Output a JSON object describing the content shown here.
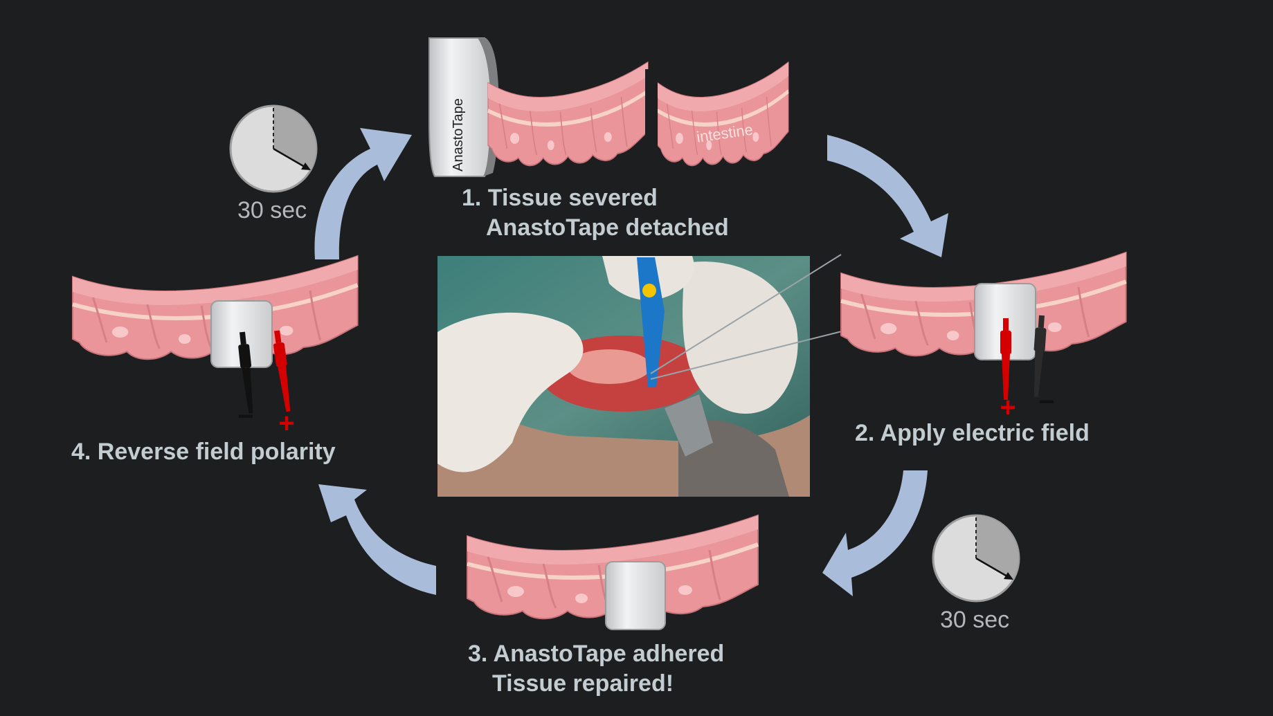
{
  "steps": [
    {
      "line1": "1. Tissue severed",
      "line2": "AnastoTape detached"
    },
    {
      "line1": "2. Apply electric field",
      "line2": ""
    },
    {
      "line1": "3. AnastoTape adhered",
      "line2": "Tissue repaired!"
    },
    {
      "line1": "4. Reverse field polarity",
      "line2": ""
    }
  ],
  "tape_label": "AnastoTape",
  "intestine_label": "intestine",
  "timers": [
    {
      "label": "30 sec"
    },
    {
      "label": "30 sec"
    }
  ],
  "electrodes": {
    "positive": "+",
    "negative": "−"
  },
  "colors": {
    "background": "#1d1e1f",
    "arrow": "#a9bcd9",
    "tissue": "#e9959a",
    "tissue_light": "#f3b3b5",
    "tape": "#e4e6e8",
    "positive_probe": "#d40000",
    "negative_probe": "#111111",
    "label_text": "#c3ccd0",
    "timer_face": "#dcdcdc",
    "timer_elapsed": "#a8a8a8"
  }
}
